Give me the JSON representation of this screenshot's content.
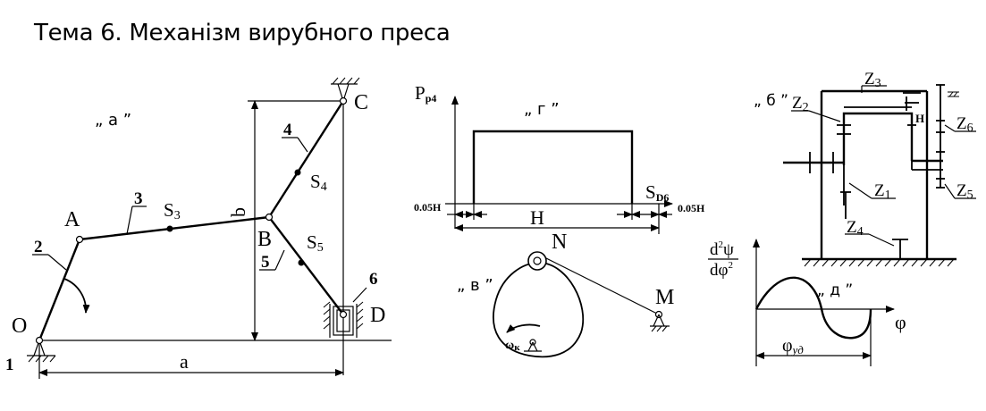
{
  "title": "Тема 6. Механізм вирубного преса",
  "fig_a": {
    "tag": "„ а ”",
    "points": {
      "O": "O",
      "A": "A",
      "B": "B",
      "C": "C",
      "D": "D"
    },
    "links": {
      "l1": "1",
      "l2": "2",
      "l3": "3",
      "l4": "4",
      "l5": "5",
      "l6": "6"
    },
    "centers": {
      "s3": "S",
      "s3sub": "3",
      "s4": "S",
      "s4sub": "4",
      "s5": "S",
      "s5sub": "5"
    },
    "dims": {
      "a": "a",
      "b": "b"
    }
  },
  "fig_g": {
    "tag": "„ г ”",
    "ylabel": "P",
    "ylabel_sub": "p4",
    "xlabel": "S",
    "xlabel_sub": "D6",
    "stroke": "H",
    "margin_left": "0.05H",
    "margin_right": "0.05H"
  },
  "fig_v": {
    "tag": "„ в ”",
    "N": "N",
    "M": "M",
    "omega": "ω",
    "omega_sub": "к"
  },
  "fig_b": {
    "tag": "„ б ”",
    "z1": "Z",
    "z1sub": "1",
    "z2": "Z",
    "z2sub": "2",
    "z3": "Z",
    "z3sub": "3",
    "z4": "Z",
    "z4sub": "4",
    "z5": "Z",
    "z5sub": "5",
    "z6": "Z",
    "z6sub": "6",
    "H": "H"
  },
  "fig_d": {
    "tag": "„ д ”",
    "yl_top": "d",
    "yl_top_sup": "2",
    "yl_top_psi": "ψ",
    "yl_bot": "dφ",
    "yl_bot_sup": "2",
    "xlabel": "φ",
    "phi": "φ",
    "phi_sub": "уд"
  }
}
